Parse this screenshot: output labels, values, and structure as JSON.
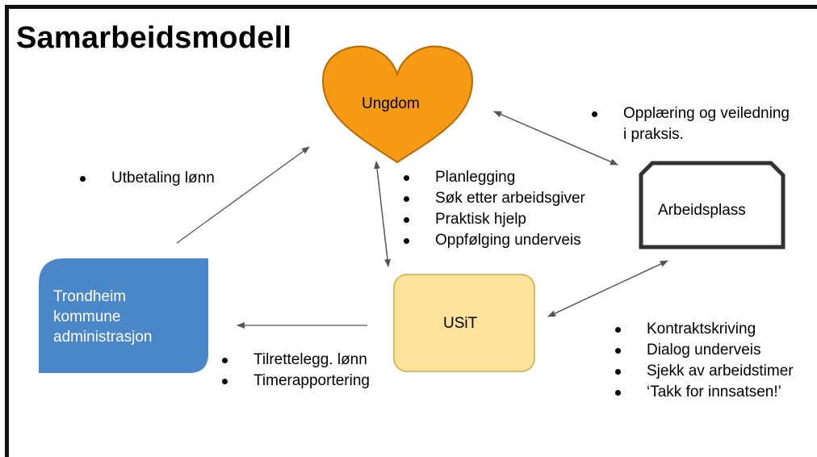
{
  "title": "Samarbeidsmodell",
  "nodes": {
    "ungdom": "Ungdom",
    "arbeidsplass": "Arbeidsplass",
    "usit": "USiT",
    "kommune_line1": "Trondheim",
    "kommune_line2": "kommune",
    "kommune_line3": "administrasjon"
  },
  "bullets": {
    "utbetaling": [
      "Utbetaling lønn"
    ],
    "ungdom_usit": [
      "Planlegging",
      "Søk etter arbeidsgiver",
      "Praktisk hjelp",
      "Oppfølging underveis"
    ],
    "ungdom_arbeidsplass": [
      "Opplæring og veiledning",
      "i praksis."
    ],
    "arbeidsplass_usit": [
      "Kontraktskriving",
      "Dialog underveis",
      "Sjekk av arbeidstimer",
      "‘Takk for innsatsen!’"
    ],
    "usit_kommune": [
      "Tilrettelegg. lønn",
      "Timerapportering"
    ]
  },
  "colors": {
    "ungdom_fill": "#f59a12",
    "ungdom_stroke": "#b26a06",
    "usit_fill": "#fde29a",
    "usit_stroke": "#c9a94a",
    "kommune_fill": "#4a86c8",
    "kommune_text": "#ffffff",
    "arbeidsplass_stroke": "#333333",
    "arrow": "#555555"
  }
}
